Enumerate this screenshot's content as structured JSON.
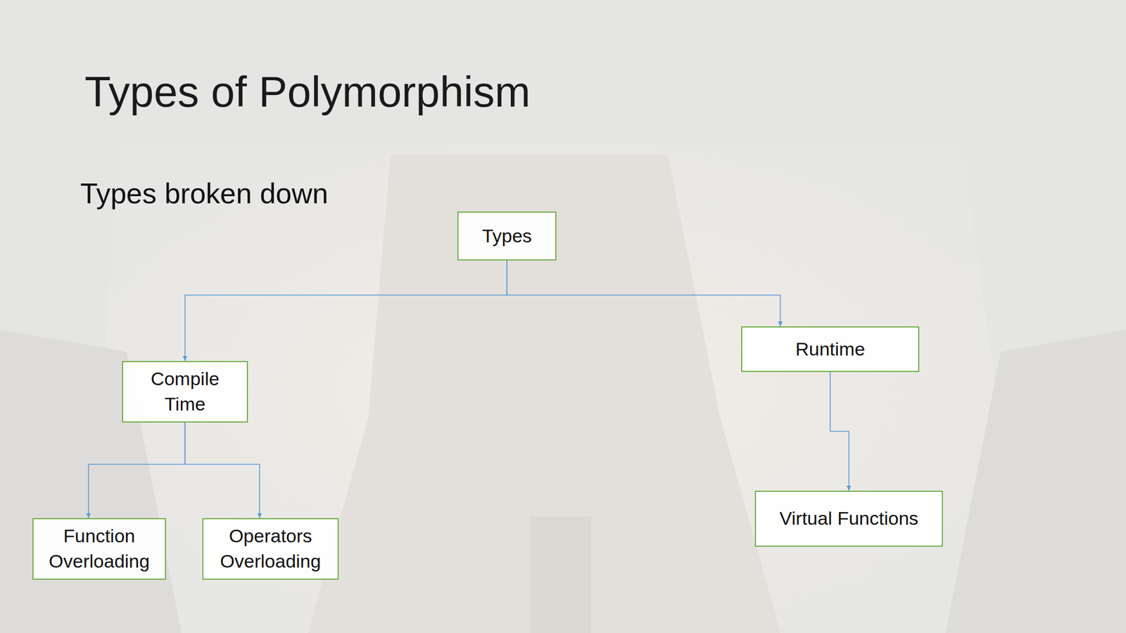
{
  "diagram": {
    "title": "Types of Polymorphism",
    "nodes": [
      {
        "text": [
          "Types"
        ]
      },
      {
        "text": [
          "Compile Time"
        ]
      },
      {
        "text": [
          "Runtime"
        ]
      },
      {
        "text": [
          "Function Overloading"
        ]
      },
      {
        "text": [
          "Operators Overloading"
        ]
      },
      {
        "text": [
          "Virtual Functions"
        ]
      }
    ],
    "edges": [
      {
        "from": 0,
        "to": 1,
        "arrow": "to"
      },
      {
        "from": 0,
        "to": 2,
        "arrow": "to"
      },
      {
        "from": 1,
        "to": 3,
        "arrow": "to"
      },
      {
        "from": 1,
        "to": 4,
        "arrow": "to"
      },
      {
        "from": 2,
        "to": 5,
        "arrow": "to"
      }
    ],
    "labels": [
      "Types broken down"
    ]
  }
}
